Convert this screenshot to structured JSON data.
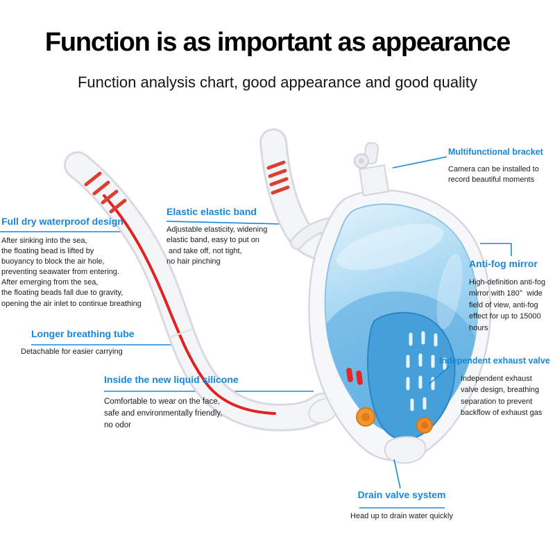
{
  "title": "Function is as important as appearance",
  "subtitle": "Function analysis chart, good appearance and good quality",
  "colors": {
    "accent_blue": "#1886d9",
    "tube_stripe_red": "#e02222",
    "vent_red": "#d94034",
    "visor_blue": "#70bbe9",
    "silicone_blue": "#45a0da",
    "valve_orange": "#f2962e"
  },
  "callouts": {
    "full_dry": {
      "heading": "Full dry waterproof design",
      "body": "After sinking into the sea,\nthe floating bead is lifted by\nbuoyancy to block the air hole,\npreventing seawater from entering.\nAfter emerging from the sea,\nthe floating beads fall due to gravity,\nopening the air inlet to continue breathing"
    },
    "elastic_band": {
      "heading": "Elastic elastic band",
      "body": "Adjustable elasticity, widening\nelastic band, easy to put on\n and take off, not tight,\nno hair pinching"
    },
    "bracket": {
      "heading": "Multifunctional bracket",
      "body": "Camera can be installed to\nrecord beautiful moments"
    },
    "antifog": {
      "heading": "Anti-fog mirror",
      "body": "High-definition anti-fog\nmirror with 180°  wide\nfield of view, anti-fog\neffect for up to 15000\nhours"
    },
    "breathing_tube": {
      "heading": "Longer breathing tube",
      "body": "Detachable for easier carrying"
    },
    "silicone": {
      "heading": "Inside the new liquid silicone",
      "body": "Comfortable to wear on the face,\nsafe and environmentally friendly,\nno odor"
    },
    "exhaust_valve": {
      "heading": "Independent exhaust valve",
      "body": "Independent exhaust\nvalve design, breathing\nseparation to prevent\nbackflow of exhaust gas"
    },
    "drain_valve": {
      "heading": "Drain valve system",
      "body": "Head up to drain water quickly"
    }
  }
}
